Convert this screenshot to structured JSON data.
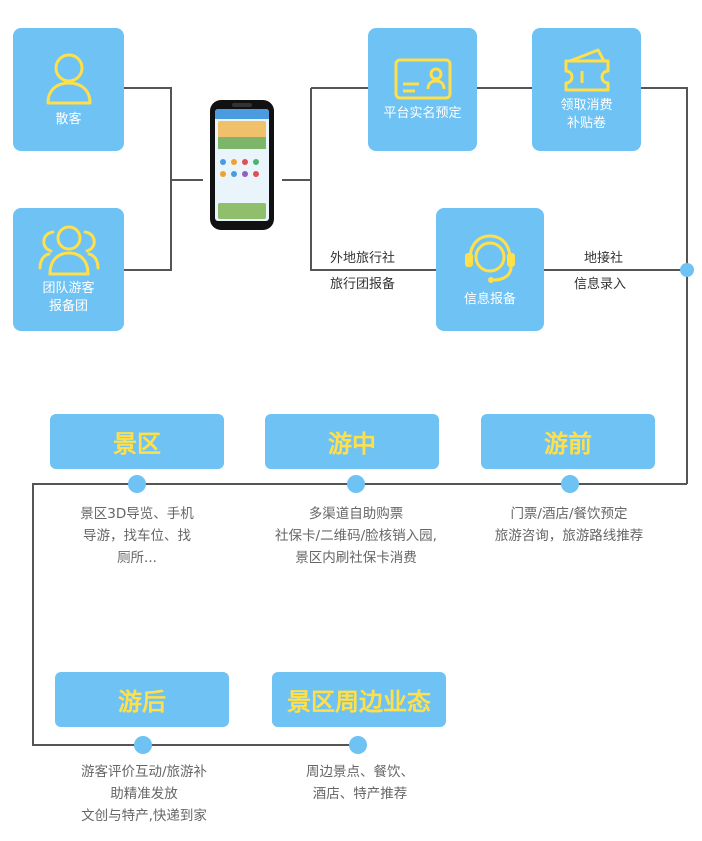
{
  "top": {
    "individual_label": "散客",
    "group_label": "团队游客\n报备团",
    "realname_label": "平台实名预定",
    "subsidy_label": "领取消费\n补贴卷",
    "info_label": "信息报备",
    "agency_text": [
      "外地旅行社",
      "旅行团报备"
    ],
    "local_text": [
      "地接社",
      "信息录入"
    ]
  },
  "stages": {
    "scenic": {
      "title": "景区",
      "desc": "景区3D导览、手机\n导游，找车位、找\n厕所..."
    },
    "during": {
      "title": "游中",
      "desc": "多渠道自助购票\n社保卡/二维码/脸核销入园,\n景区内刷社保卡消费"
    },
    "before": {
      "title": "游前",
      "desc": "门票/酒店/餐饮预定\n旅游咨询，旅游路线推荐"
    },
    "after": {
      "title": "游后",
      "desc": "游客评价互动/旅游补\n助精准发放\n文创与特产,快递到家"
    },
    "around": {
      "title": "景区周边业态",
      "desc": "周边景点、餐饮、\n酒店、特产推荐"
    }
  },
  "colors": {
    "accent": "#6ec2f4",
    "title_yellow": "#ffe04a",
    "line": "#555555"
  }
}
